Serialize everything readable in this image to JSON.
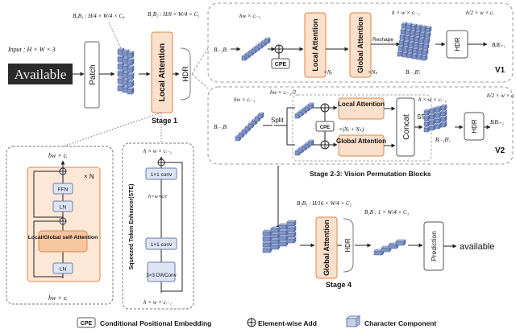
{
  "input": {
    "label": "Input : H × W × 3",
    "word_image": "Available"
  },
  "stage1": {
    "title": "Stage 1",
    "patch": "Patch",
    "local_attention": "Local Attention",
    "hdr": "HDR",
    "dim_b0": "B₀B₁ : H/4 × W/4 × C₀",
    "dim_b1": "B₁B₂ : H/8 × W/4 × C₁"
  },
  "v1": {
    "tag": "V1",
    "in_dim": "hw × cᵢ₋₁",
    "out_dim": "h × w × cᵢ₋₁",
    "half_dim": "h/2 × w × cᵢ",
    "b_in": "Bᵢ₋₁Bᵢ",
    "b_mid": "Bᵢ₋₁B′ᵢ",
    "b_out": "BᵢBᵢ₊₁",
    "cpe": "CPE",
    "local": "Local Attention",
    "global": "Global Attention",
    "nj": "×Nⱼ",
    "nk": "×Nₖ",
    "reshape": "Reshape",
    "hdr": "HDR"
  },
  "v2": {
    "tag": "V2",
    "in_dim": "hw × cᵢ₋₁",
    "half_ch": "hw × cᵢ₋₁/2",
    "out_dim": "h × w × cᵢ₋₁",
    "half_dim": "h/2 × w × cᵢ",
    "b_in": "Bᵢ₋₁Bᵢ",
    "b_mid": "Bᵢ₋₁B′ᵢ",
    "b_out": "BᵢBᵢ₊₁",
    "split": "Split",
    "cpe": "CPE",
    "local": "Local Attention",
    "global": "Global Attention",
    "repeat": "×(Nⱼ + Nₖ)",
    "concat": "Concat",
    "ste": "STE",
    "hdr": "HDR"
  },
  "stages23_title": "Stage 2-3: Vision Permutation Blocks",
  "stage4": {
    "title": "Stage 4",
    "global": "Global Attention",
    "hdr": "HDR",
    "dim_b2": "B₂B₃ : H/16 × W/4 × C₂",
    "dim_b3": "B₃B : 1 × W/4 × C₃",
    "prediction": "Prediction",
    "output": "available"
  },
  "block": {
    "top": "hw × cᵢ",
    "bottom": "hw × cᵢ",
    "repeat": "× N",
    "ffn": "FFN",
    "ln": "LN",
    "attn": "Local/Global self-Attention"
  },
  "ste": {
    "title": "Squeezed Token Enhancer(STE)",
    "top": "h × w × cᵢ₋₁",
    "bottom": "h × w × cᵢ₋₁",
    "conv_top": "1×1 conv",
    "mid": "h×w×c/r",
    "conv_mid": "1×1 conv",
    "dwconv": "3×3 DWConv"
  },
  "legend": {
    "cpe_key": "CPE",
    "cpe_text": "Conditional Positional Embedding",
    "add_text": "Element-wise Add",
    "char_text": "Character Component"
  },
  "colors": {
    "attention_fill": "#fbe0cc",
    "attention_stroke": "#d9894d",
    "block_bg": "#fde7d6",
    "token_fill": "#7f95c6",
    "token_side": "#5f76ae",
    "box_stroke": "#444444"
  }
}
